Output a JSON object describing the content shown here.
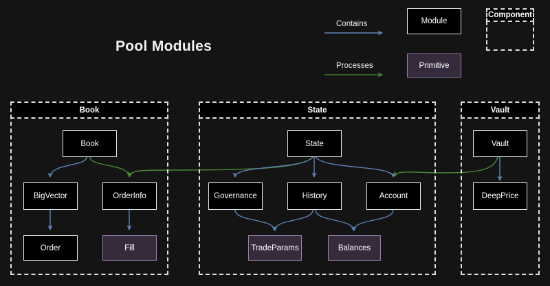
{
  "diagram": {
    "title": "Pool Modules",
    "background_color": "#141414",
    "module_fill": "#000000",
    "module_border": "#e8e8e8",
    "primitive_fill": "#352b3d",
    "primitive_border": "#9b7fae",
    "contains_edge_color": "#5b84b8",
    "processes_edge_color": "#3f7a2e",
    "container_border_color": "#e0e0e0"
  },
  "legend": {
    "contains_label": "Contains",
    "processes_label": "Processes",
    "module_label": "Module",
    "primitive_label": "Primitive",
    "component_label": "Component"
  },
  "containers": [
    {
      "id": "book",
      "label": "Book"
    },
    {
      "id": "state",
      "label": "State"
    },
    {
      "id": "vault",
      "label": "Vault"
    }
  ],
  "nodes": [
    {
      "id": "book",
      "label": "Book",
      "type": "module",
      "container": "book"
    },
    {
      "id": "bigvector",
      "label": "BigVector",
      "type": "module",
      "container": "book"
    },
    {
      "id": "orderinfo",
      "label": "OrderInfo",
      "type": "module",
      "container": "book"
    },
    {
      "id": "order",
      "label": "Order",
      "type": "module",
      "container": "book"
    },
    {
      "id": "fill",
      "label": "Fill",
      "type": "primitive",
      "container": "book"
    },
    {
      "id": "state",
      "label": "State",
      "type": "module",
      "container": "state"
    },
    {
      "id": "governance",
      "label": "Governance",
      "type": "module",
      "container": "state"
    },
    {
      "id": "history",
      "label": "History",
      "type": "module",
      "container": "state"
    },
    {
      "id": "account",
      "label": "Account",
      "type": "module",
      "container": "state"
    },
    {
      "id": "tradeparams",
      "label": "TradeParams",
      "type": "primitive",
      "container": "state"
    },
    {
      "id": "balances",
      "label": "Balances",
      "type": "primitive",
      "container": "state"
    },
    {
      "id": "vault",
      "label": "Vault",
      "type": "module",
      "container": "vault"
    },
    {
      "id": "deepprice",
      "label": "DeepPrice",
      "type": "module",
      "container": "vault"
    }
  ],
  "edges": [
    {
      "from": "book",
      "to": "bigvector",
      "kind": "Contains"
    },
    {
      "from": "bigvector",
      "to": "order",
      "kind": "Contains"
    },
    {
      "from": "orderinfo",
      "to": "fill",
      "kind": "Contains"
    },
    {
      "from": "state",
      "to": "governance",
      "kind": "Contains"
    },
    {
      "from": "state",
      "to": "history",
      "kind": "Contains"
    },
    {
      "from": "state",
      "to": "account",
      "kind": "Contains"
    },
    {
      "from": "governance",
      "to": "tradeparams",
      "kind": "Contains"
    },
    {
      "from": "history",
      "to": "tradeparams",
      "kind": "Contains"
    },
    {
      "from": "history",
      "to": "balances",
      "kind": "Contains"
    },
    {
      "from": "account",
      "to": "balances",
      "kind": "Contains"
    },
    {
      "from": "vault",
      "to": "deepprice",
      "kind": "Contains"
    },
    {
      "from": "book",
      "to": "orderinfo",
      "kind": "Processes"
    },
    {
      "from": "state",
      "to": "orderinfo",
      "kind": "Processes"
    },
    {
      "from": "vault",
      "to": "account",
      "kind": "Processes"
    }
  ]
}
